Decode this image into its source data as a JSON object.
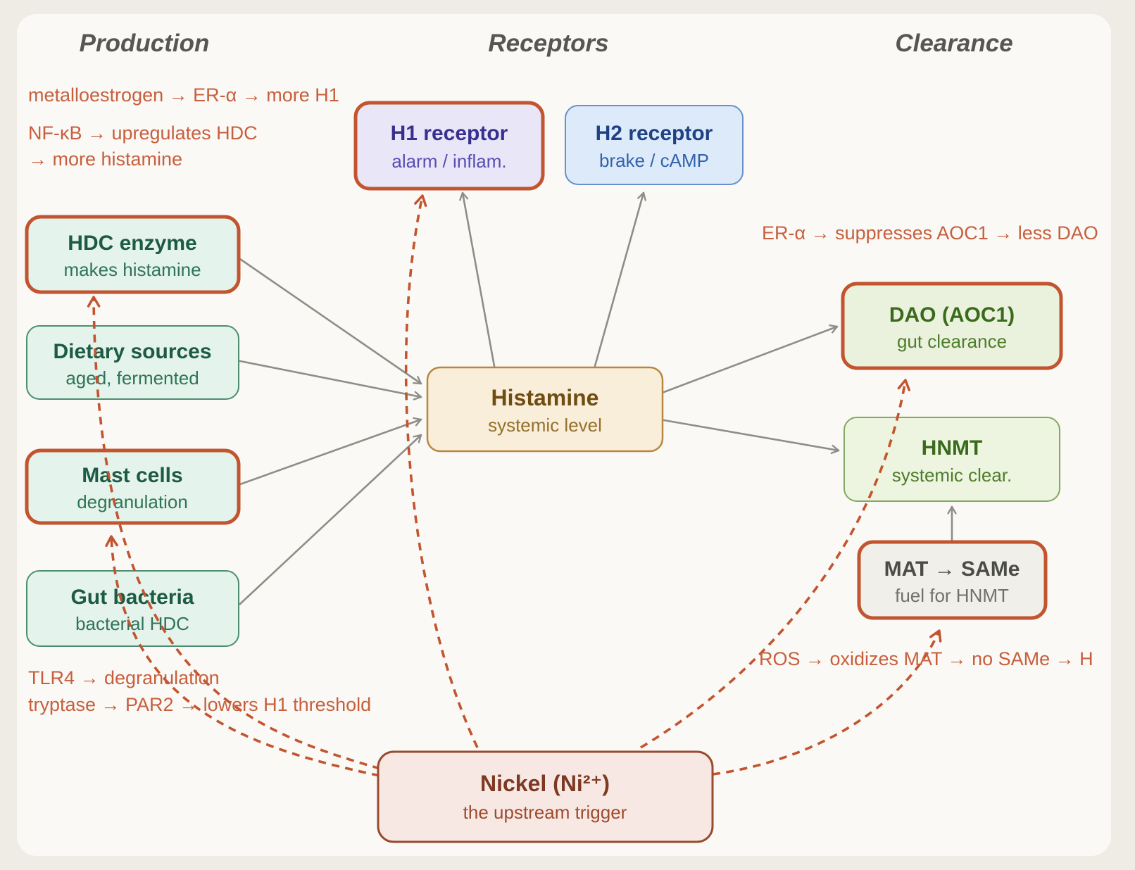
{
  "colors": {
    "page_background": "#efece6",
    "card_background": "#faf9f5",
    "accent_orange": "#c2552f",
    "annotation_orange": "#c75f3e",
    "arrow_gray": "#8e8e88",
    "header_gray": "#565653",
    "mint_fill": "#e4f3eb",
    "purple_fill": "#e9e6f8",
    "blue_fill": "#ddeaf9",
    "histamine_fill": "#f9eeda",
    "clearance_fill": "#eaf1dc",
    "mat_fill": "#f0efe9",
    "nickel_fill": "#f8e8e3",
    "nickel_border": "#9a4a2e"
  },
  "headers": {
    "production": "Production",
    "receptors": "Receptors",
    "clearance": "Clearance"
  },
  "nodes": {
    "h1": {
      "title": "H1 receptor",
      "subtitle": "alarm / inflam."
    },
    "h2": {
      "title": "H2 receptor",
      "subtitle": "brake / cAMP"
    },
    "hdc": {
      "title": "HDC enzyme",
      "subtitle": "makes histamine"
    },
    "dietary": {
      "title": "Dietary sources",
      "subtitle": "aged, fermented"
    },
    "mast": {
      "title": "Mast cells",
      "subtitle": "degranulation"
    },
    "gut": {
      "title": "Gut bacteria",
      "subtitle": "bacterial HDC"
    },
    "histamine": {
      "title": "Histamine",
      "subtitle": "systemic level"
    },
    "dao": {
      "title": "DAO (AOC1)",
      "subtitle": "gut clearance"
    },
    "hnmt": {
      "title": "HNMT",
      "subtitle": "systemic clear."
    },
    "mat": {
      "title": "MAT → SAMe",
      "subtitle": "fuel for HNMT"
    },
    "nickel": {
      "title": "Nickel (Ni²⁺)",
      "subtitle": "the upstream trigger"
    }
  },
  "annotations": {
    "h1_note": "metalloestrogen → ER-α → more H1",
    "hdc_note_1": "NF-κB → upregulates HDC",
    "hdc_note_2": "→ more histamine",
    "dao_note": "ER-α → suppresses AOC1 → less DAO",
    "mast_note_1": "TLR4 → degranulation",
    "mast_note_2": "tryptase → PAR2 → lowers H1 threshold",
    "mat_note": "ROS → oxidizes MAT → no SAMe → H"
  },
  "edges": {
    "solid_gray": [
      [
        "hdc",
        "histamine"
      ],
      [
        "dietary",
        "histamine"
      ],
      [
        "mast",
        "histamine"
      ],
      [
        "gut",
        "histamine"
      ],
      [
        "histamine",
        "h1"
      ],
      [
        "histamine",
        "h2"
      ],
      [
        "histamine",
        "dao"
      ],
      [
        "histamine",
        "hnmt"
      ],
      [
        "mat",
        "hnmt"
      ]
    ],
    "dashed_orange_from_nickel": [
      "hdc",
      "mast",
      "h1",
      "dao",
      "mat"
    ]
  }
}
